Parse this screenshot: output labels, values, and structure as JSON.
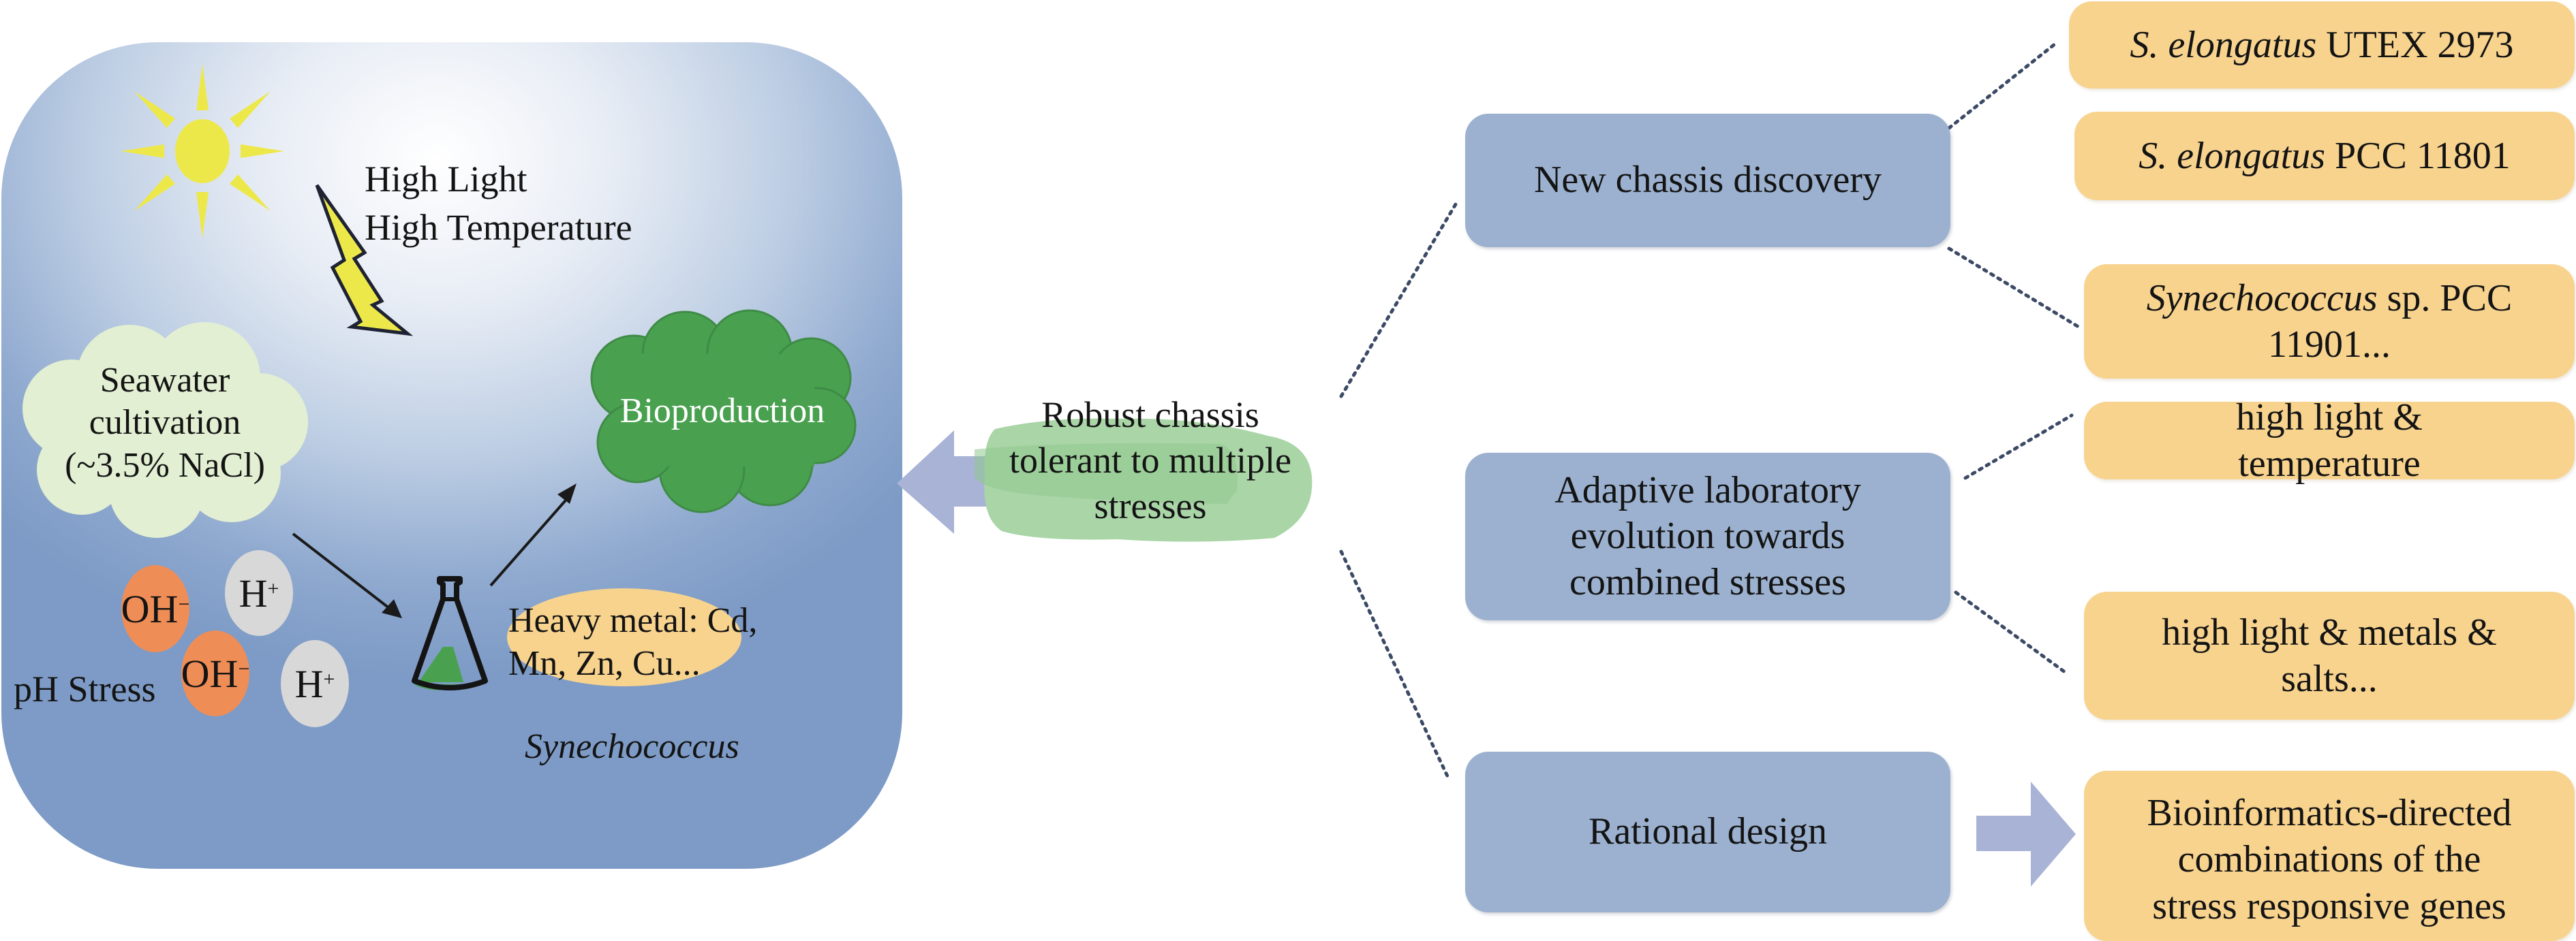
{
  "left_panel": {
    "stress_light_lines": [
      "High Light",
      "High Temperature"
    ],
    "seawater_cloud_lines": [
      "Seawater",
      "cultivation",
      "(~3.5% NaCl)"
    ],
    "bioproduction_label": "Bioproduction",
    "ph_stress_label": "pH Stress",
    "ions": [
      {
        "symbol": "OH",
        "charge": "−"
      },
      {
        "symbol": "H",
        "charge": "+"
      },
      {
        "symbol": "OH",
        "charge": "−"
      },
      {
        "symbol": "H",
        "charge": "+"
      }
    ],
    "heavy_metal_lines": [
      "Heavy metal: Cd,",
      "Mn, Zn, Cu..."
    ],
    "organism_label": "Synechococcus",
    "icons": [
      "sun-icon",
      "lightning-icon",
      "flask-icon",
      "arrow-icon"
    ]
  },
  "center": {
    "robust_lines": [
      "Robust chassis",
      "tolerant to multiple",
      "stresses"
    ]
  },
  "strategies": [
    {
      "label_lines": [
        "New chassis discovery"
      ]
    },
    {
      "label_lines": [
        "Adaptive laboratory",
        "evolution towards",
        "combined stresses"
      ]
    },
    {
      "label_lines": [
        "Rational design"
      ]
    }
  ],
  "outcomes": {
    "chassis": [
      {
        "italic": "S. elongatus",
        "plain": " UTEX 2973"
      },
      {
        "italic": "S. elongatus",
        "plain": " PCC 11801"
      },
      {
        "italic": "Synechococcus",
        "plain": " sp. PCC",
        "line2": "11901..."
      }
    ],
    "ale": [
      {
        "lines": [
          "high light &",
          "temperature"
        ]
      },
      {
        "lines": [
          "high light & metals &",
          "salts..."
        ]
      }
    ],
    "rational": {
      "lines": [
        "Bioinformatics-directed",
        "combinations of the",
        "stress responsive genes"
      ]
    }
  },
  "colors": {
    "strategy_box": "#9bb1cf",
    "outcome_box": "#f8d38e",
    "big_arrow": "#a9b3d6",
    "bioproduction_cloud": "#49a14f",
    "seawater_cloud": "#e2efd2",
    "robust_blob": "#a9d5a7",
    "oh_ion": "#ef8d57",
    "h_ion": "#d8d8d8",
    "sun": "#ede84a"
  }
}
